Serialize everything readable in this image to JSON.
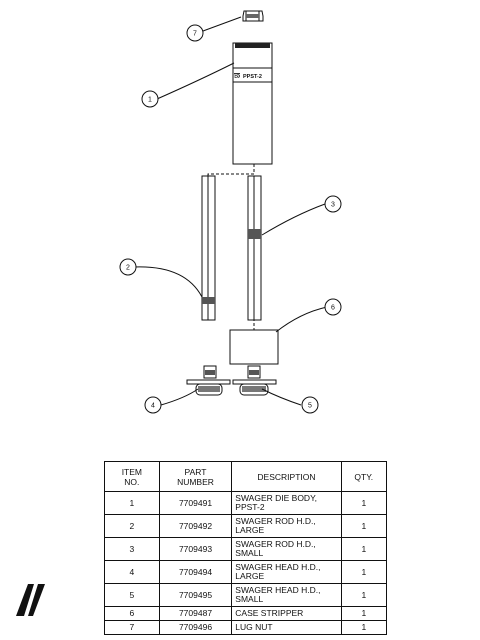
{
  "stamp_text": "PPST-2",
  "stamp_logo_text": "RCBS",
  "table": {
    "headers": {
      "item": [
        "ITEM",
        "NO."
      ],
      "part": [
        "PART",
        "NUMBER"
      ],
      "description": "DESCRIPTION",
      "qty": "QTY."
    },
    "rows": [
      {
        "item": "1",
        "part": "7709491",
        "desc": [
          "SWAGER DIE BODY,",
          "PPST-2"
        ],
        "qty": "1"
      },
      {
        "item": "2",
        "part": "7709492",
        "desc": [
          "SWAGER ROD H.D.,",
          "LARGE"
        ],
        "qty": "1"
      },
      {
        "item": "3",
        "part": "7709493",
        "desc": [
          "SWAGER ROD H.D.,",
          "SMALL"
        ],
        "qty": "1"
      },
      {
        "item": "4",
        "part": "7709494",
        "desc": [
          "SWAGER HEAD H.D.,",
          "LARGE"
        ],
        "qty": "1"
      },
      {
        "item": "5",
        "part": "7709495",
        "desc": [
          "SWAGER HEAD H.D.,",
          "SMALL"
        ],
        "qty": "1"
      },
      {
        "item": "6",
        "part": "7709487",
        "desc": [
          "CASE STRIPPER"
        ],
        "qty": "1"
      },
      {
        "item": "7",
        "part": "7709496",
        "desc": [
          "LUG NUT"
        ],
        "qty": "1"
      }
    ]
  },
  "callouts": [
    {
      "num": "7"
    },
    {
      "num": "1"
    },
    {
      "num": "3"
    },
    {
      "num": "2"
    },
    {
      "num": "6"
    },
    {
      "num": "4"
    },
    {
      "num": "5"
    }
  ],
  "logo_name": "brand-logo",
  "colors": {
    "line": "#111111",
    "background": "#ffffff"
  }
}
